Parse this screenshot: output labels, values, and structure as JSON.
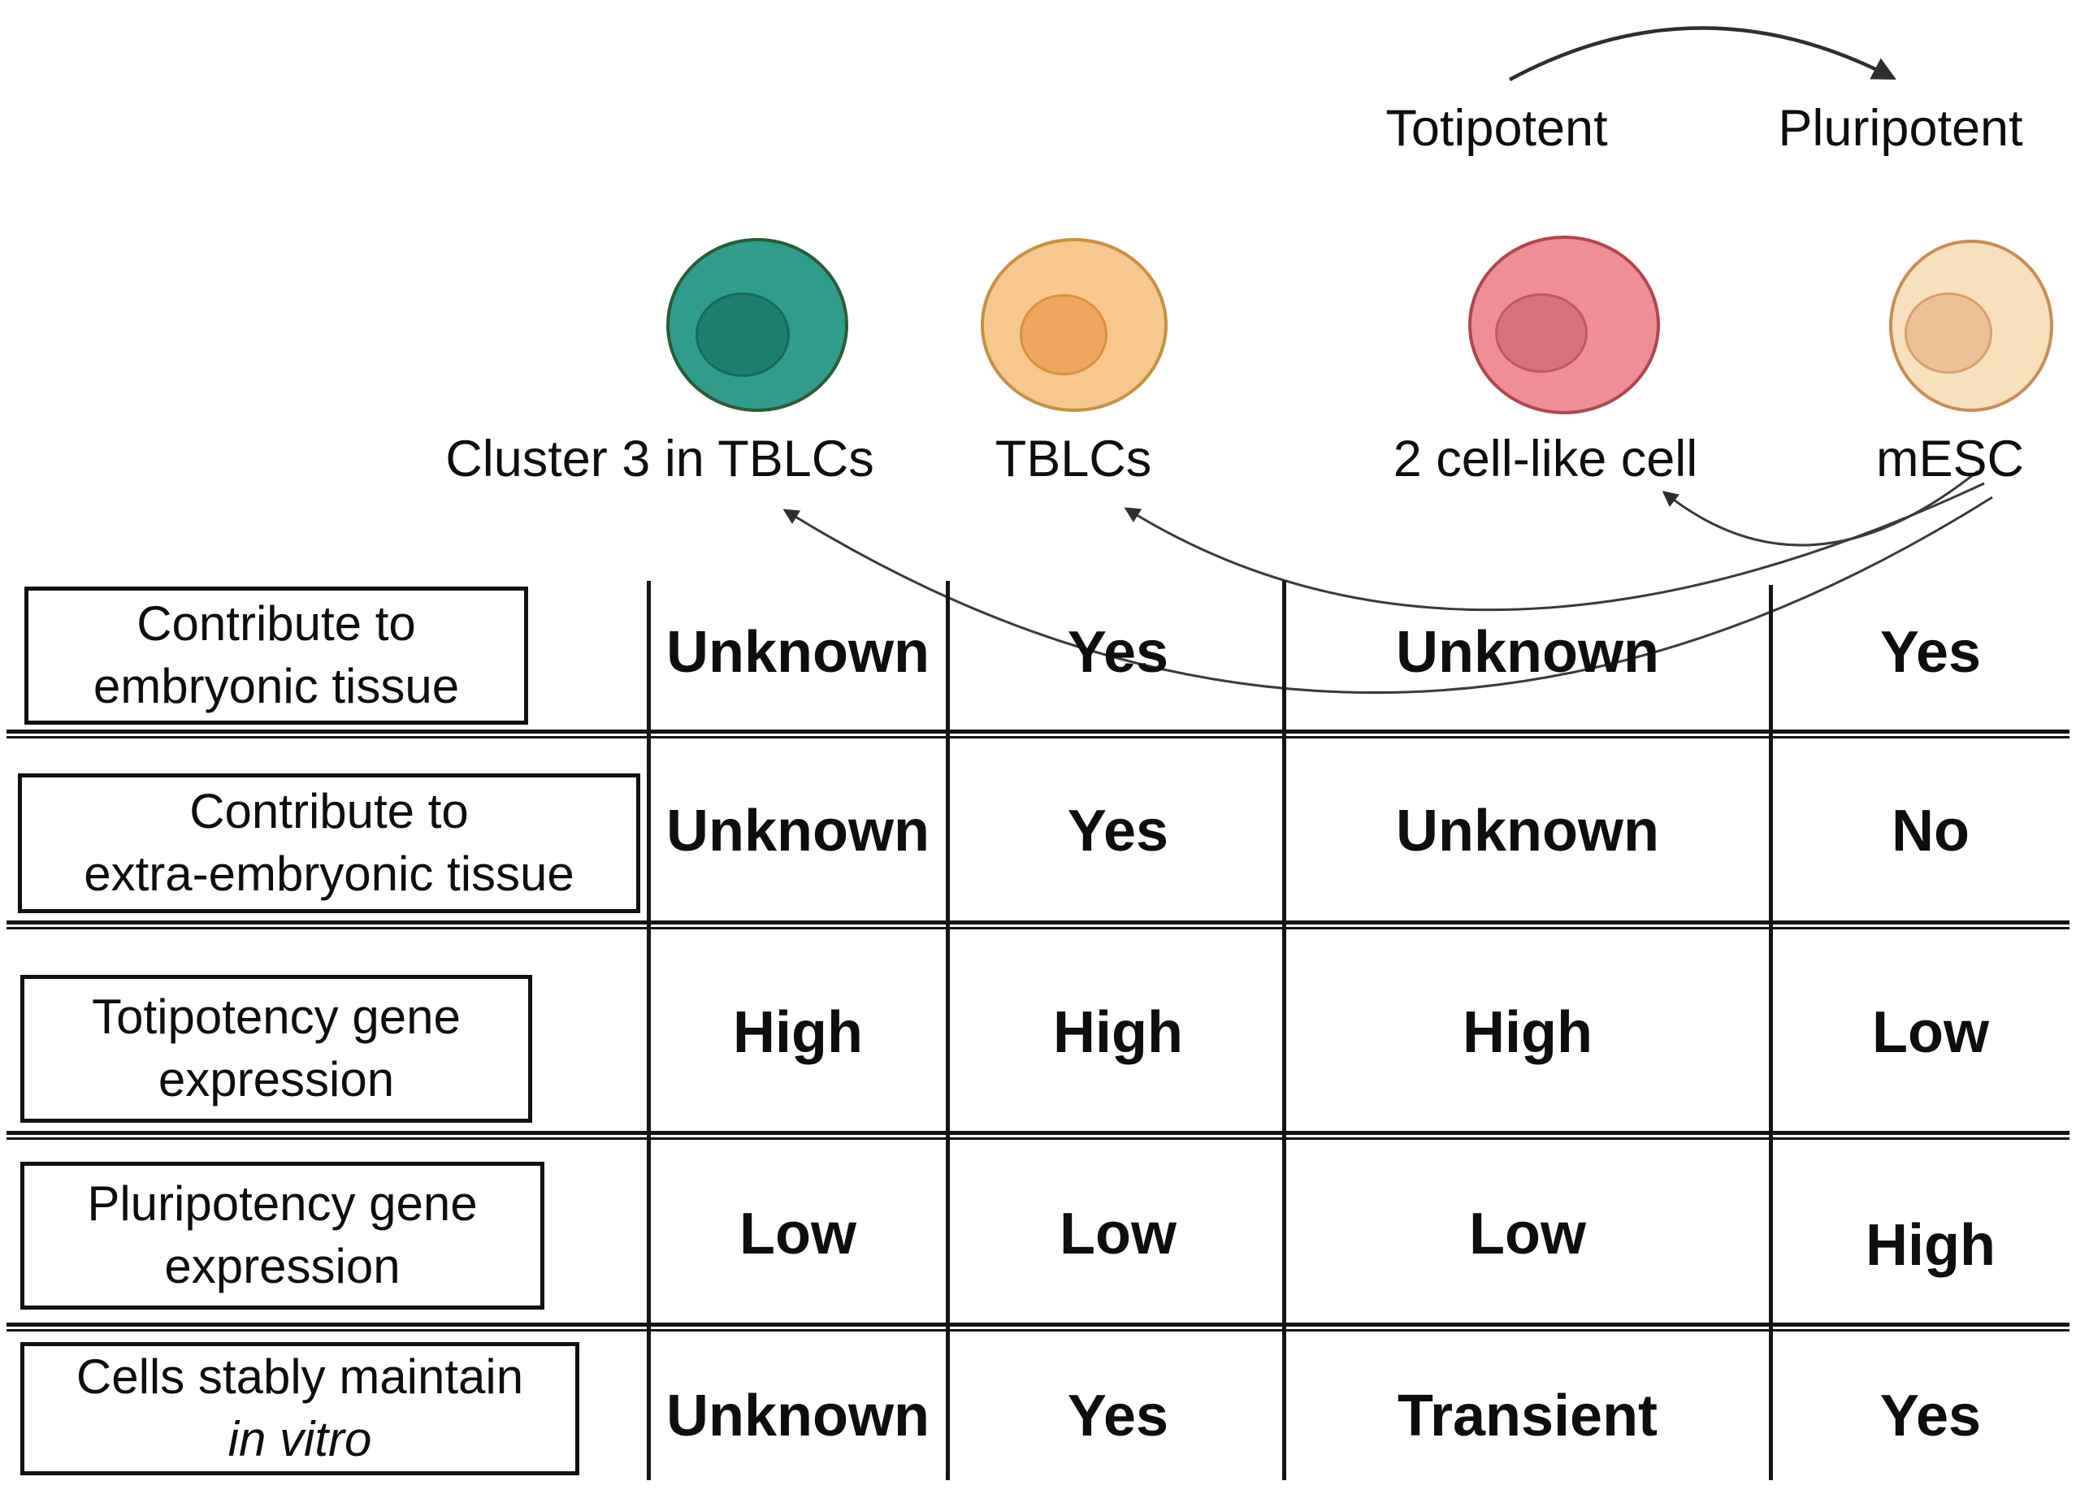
{
  "figure": {
    "potency_axis": {
      "left_label": "Totipotent",
      "right_label": "Pluripotent"
    },
    "cells": [
      {
        "label": "Cluster 3 in TBLCs",
        "body_fill": "#2f9c8c",
        "body_stroke": "#2a5c35",
        "nucleus_fill": "#1e7e70",
        "nucleus_stroke": "#186a5e"
      },
      {
        "label": "TBLCs",
        "body_fill": "#f8c78e",
        "body_stroke": "#c8913f",
        "nucleus_fill": "#efa75f",
        "nucleus_stroke": "#d9923f"
      },
      {
        "label": "2 cell-like cell",
        "body_fill": "#ef8e95",
        "body_stroke": "#b2454e",
        "nucleus_fill": "#d7737b",
        "nucleus_stroke": "#c25862"
      },
      {
        "label": "mESC",
        "body_fill": "#f9e0bd",
        "body_stroke": "#c98e52",
        "nucleus_fill": "#eec096",
        "nucleus_stroke": "#d8a06b"
      }
    ],
    "arrows": {
      "potency": {
        "from": "Totipotent",
        "to": "Pluripotent"
      },
      "derivation": [
        {
          "from": "mESC",
          "to": "Cluster 3 in TBLCs"
        },
        {
          "from": "mESC",
          "to": "TBLCs"
        },
        {
          "from": "mESC",
          "to": "2 cell-like cell"
        }
      ]
    },
    "table": {
      "column_labels": [
        "Cluster 3 in TBLCs",
        "TBLCs",
        "2 cell-like cell",
        "mESC"
      ],
      "rows": [
        {
          "header_line1": "Contribute to",
          "header_line2": "embryonic tissue",
          "values": [
            "Unknown",
            "Yes",
            "Unknown",
            "Yes"
          ]
        },
        {
          "header_line1": "Contribute to",
          "header_line2": "extra-embryonic tissue",
          "values": [
            "Unknown",
            "Yes",
            "Unknown",
            "No"
          ]
        },
        {
          "header_line1": "Totipotency gene",
          "header_line2": "expression",
          "values": [
            "High",
            "High",
            "High",
            "Low"
          ]
        },
        {
          "header_line1": "Pluripotency gene",
          "header_line2": "expression",
          "values": [
            "Low",
            "Low",
            "Low",
            "High"
          ]
        },
        {
          "header_line1": "Cells stably maintain",
          "header_line2": "in vitro",
          "values": [
            "Unknown",
            "Yes",
            "Transient",
            "Yes"
          ]
        }
      ]
    }
  }
}
